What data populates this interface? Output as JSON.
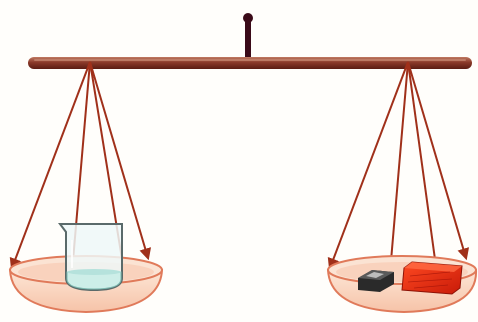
{
  "diagram": {
    "kind": "balance-scale",
    "background_color": "#fffefb",
    "colors": {
      "beam": "#8b3a2a",
      "beam_highlight": "#b5654f",
      "pivot": "#3a0a18",
      "string": "#a0301a",
      "pan_fill": "#fbdcc8",
      "pan_rim": "#e07a5a",
      "liquid": "#cdeee8",
      "beaker_outline": "#5a6a6a",
      "block": "#2a2a2a",
      "sponge": "#e02a10"
    },
    "left_pan": {
      "contents": [
        "beaker-with-water"
      ]
    },
    "right_pan": {
      "contents": [
        "small-dark-block",
        "red-sponge"
      ]
    }
  }
}
